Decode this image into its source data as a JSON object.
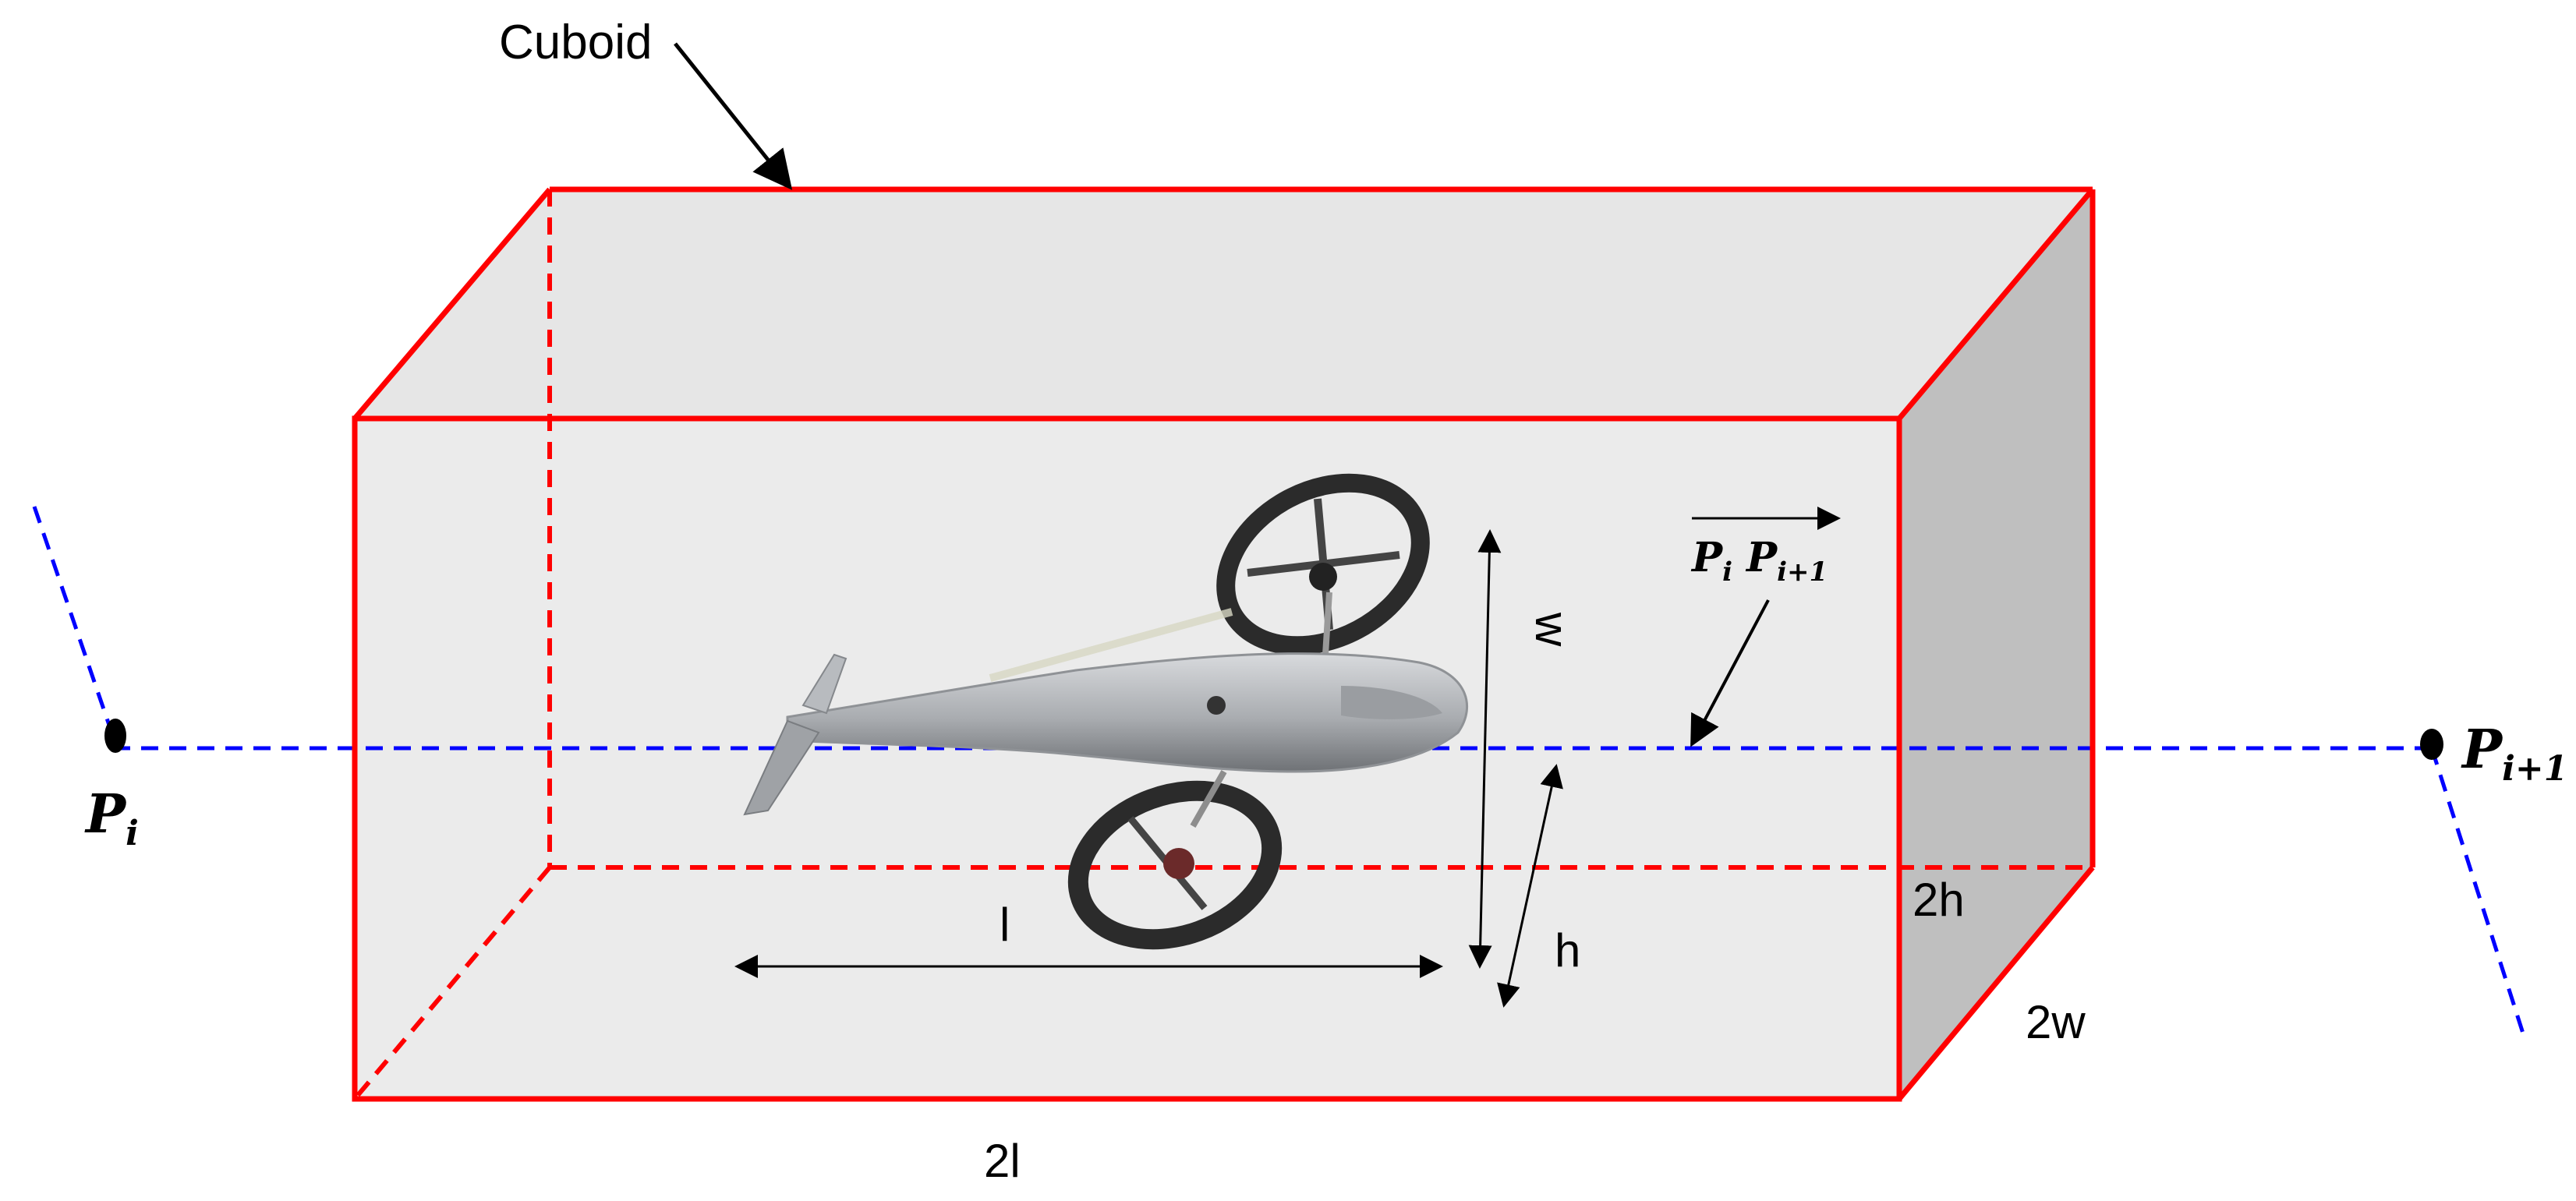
{
  "diagram": {
    "cuboid_label": "Cuboid",
    "point_start": {
      "base": "P",
      "sub": "i"
    },
    "point_end": {
      "base": "P",
      "sub": "i+1"
    },
    "vector_label": {
      "first_base": "P",
      "first_sub": "i",
      "second_base": "P",
      "second_sub": "i+1"
    },
    "dims": {
      "inner_length": "l",
      "inner_width": "w",
      "inner_height": "h",
      "box_length": "2l",
      "box_width": "2w",
      "box_height": "2h"
    },
    "colors": {
      "cuboid_edge": "#ff0000",
      "trajectory": "#0000ff",
      "face_front": "#ebebeb",
      "face_side": "#bfbfbf",
      "face_top": "#e6e6e6",
      "drone_body": "#b4b6b9",
      "rotor_ring": "#2b2b2b"
    },
    "icons": [
      "drone-illustration",
      "arrow-icon"
    ]
  }
}
